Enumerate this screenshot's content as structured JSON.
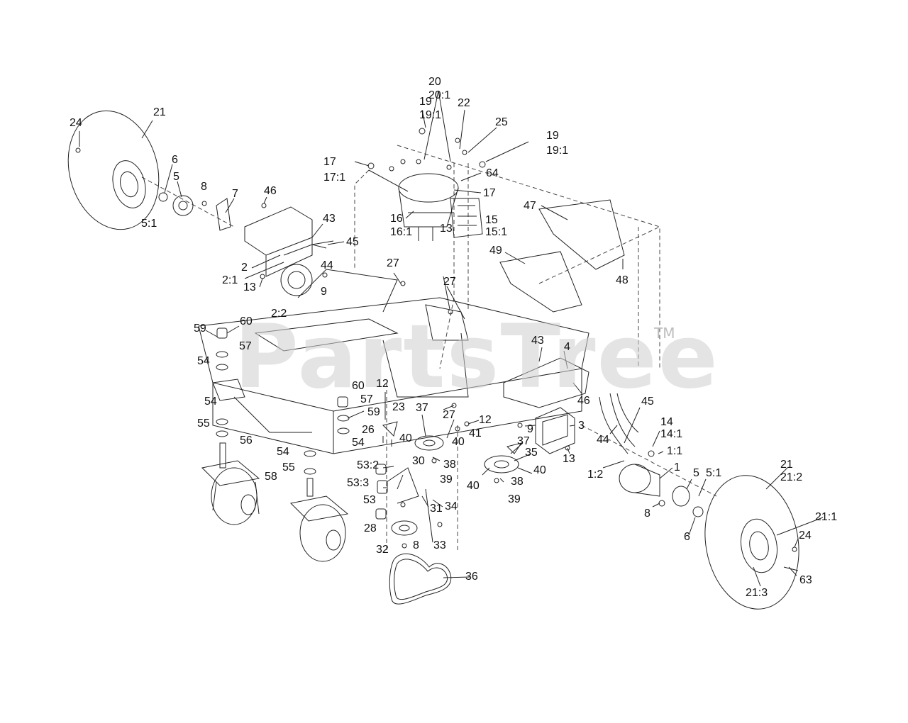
{
  "watermark": {
    "text": "PartsTree",
    "trademark": "TM"
  },
  "callouts": [
    {
      "id": "c24a",
      "text": "24"
    },
    {
      "id": "c21a",
      "text": "21"
    },
    {
      "id": "c6a",
      "text": "6"
    },
    {
      "id": "c5a",
      "text": "5"
    },
    {
      "id": "c51a",
      "text": "5:1"
    },
    {
      "id": "c8a",
      "text": "8"
    },
    {
      "id": "c7",
      "text": "7"
    },
    {
      "id": "c46a",
      "text": "46"
    },
    {
      "id": "c43a",
      "text": "43"
    },
    {
      "id": "c45a",
      "text": "45"
    },
    {
      "id": "c44a",
      "text": "44"
    },
    {
      "id": "c9a",
      "text": "9"
    },
    {
      "id": "c2",
      "text": "2"
    },
    {
      "id": "c21b",
      "text": "2:1"
    },
    {
      "id": "c13a",
      "text": "13"
    },
    {
      "id": "c22b",
      "text": "2:2"
    },
    {
      "id": "c17a",
      "text": "17"
    },
    {
      "id": "c171",
      "text": "17:1"
    },
    {
      "id": "c16",
      "text": "16"
    },
    {
      "id": "c161",
      "text": "16:1"
    },
    {
      "id": "c13b",
      "text": "13"
    },
    {
      "id": "c15",
      "text": "15"
    },
    {
      "id": "c151",
      "text": "15:1"
    },
    {
      "id": "c17b",
      "text": "17"
    },
    {
      "id": "c64",
      "text": "64"
    },
    {
      "id": "c19a",
      "text": "19"
    },
    {
      "id": "c191a",
      "text": "19:1"
    },
    {
      "id": "c20",
      "text": "20"
    },
    {
      "id": "c201",
      "text": "20:1"
    },
    {
      "id": "c22",
      "text": "22"
    },
    {
      "id": "c25",
      "text": "25"
    },
    {
      "id": "c19b",
      "text": "19"
    },
    {
      "id": "c191b",
      "text": "19:1"
    },
    {
      "id": "c47",
      "text": "47"
    },
    {
      "id": "c49",
      "text": "49"
    },
    {
      "id": "c48",
      "text": "48"
    },
    {
      "id": "c27a",
      "text": "27"
    },
    {
      "id": "c27b",
      "text": "27"
    },
    {
      "id": "c59a",
      "text": "59"
    },
    {
      "id": "c60a",
      "text": "60"
    },
    {
      "id": "c57a",
      "text": "57"
    },
    {
      "id": "c54a",
      "text": "54"
    },
    {
      "id": "c54b",
      "text": "54"
    },
    {
      "id": "c55a",
      "text": "55"
    },
    {
      "id": "c56",
      "text": "56"
    },
    {
      "id": "c54c",
      "text": "54"
    },
    {
      "id": "c55b",
      "text": "55"
    },
    {
      "id": "c58",
      "text": "58"
    },
    {
      "id": "c60b",
      "text": "60"
    },
    {
      "id": "c57b",
      "text": "57"
    },
    {
      "id": "c59b",
      "text": "59"
    },
    {
      "id": "c12a",
      "text": "12"
    },
    {
      "id": "c23",
      "text": "23"
    },
    {
      "id": "c26",
      "text": "26"
    },
    {
      "id": "c54d",
      "text": "54"
    },
    {
      "id": "c37a",
      "text": "37"
    },
    {
      "id": "c27c",
      "text": "27"
    },
    {
      "id": "c12b",
      "text": "12"
    },
    {
      "id": "c41",
      "text": "41"
    },
    {
      "id": "c40a",
      "text": "40"
    },
    {
      "id": "c40b",
      "text": "40"
    },
    {
      "id": "c532",
      "text": "53:2"
    },
    {
      "id": "c30",
      "text": "30"
    },
    {
      "id": "c38a",
      "text": "38"
    },
    {
      "id": "c39a",
      "text": "39"
    },
    {
      "id": "c533",
      "text": "53:3"
    },
    {
      "id": "c53",
      "text": "53"
    },
    {
      "id": "c31",
      "text": "31"
    },
    {
      "id": "c34",
      "text": "34"
    },
    {
      "id": "c28",
      "text": "28"
    },
    {
      "id": "c32",
      "text": "32"
    },
    {
      "id": "c8b",
      "text": "8"
    },
    {
      "id": "c33",
      "text": "33"
    },
    {
      "id": "c36",
      "text": "36"
    },
    {
      "id": "c37b",
      "text": "37"
    },
    {
      "id": "c35",
      "text": "35"
    },
    {
      "id": "c40c",
      "text": "40"
    },
    {
      "id": "c40d",
      "text": "40"
    },
    {
      "id": "c38b",
      "text": "38"
    },
    {
      "id": "c39b",
      "text": "39"
    },
    {
      "id": "c43b",
      "text": "43"
    },
    {
      "id": "c4",
      "text": "4"
    },
    {
      "id": "c46b",
      "text": "46"
    },
    {
      "id": "c9b",
      "text": "9"
    },
    {
      "id": "c3",
      "text": "3"
    },
    {
      "id": "c13c",
      "text": "13"
    },
    {
      "id": "c45b",
      "text": "45"
    },
    {
      "id": "c44b",
      "text": "44"
    },
    {
      "id": "c14",
      "text": "14"
    },
    {
      "id": "c141",
      "text": "14:1"
    },
    {
      "id": "c11",
      "text": "1:1"
    },
    {
      "id": "c1",
      "text": "1"
    },
    {
      "id": "c12c",
      "text": "1:2"
    },
    {
      "id": "c8c",
      "text": "8"
    },
    {
      "id": "c5b",
      "text": "5"
    },
    {
      "id": "c51b",
      "text": "5:1"
    },
    {
      "id": "c6b",
      "text": "6"
    },
    {
      "id": "c21c",
      "text": "21"
    },
    {
      "id": "c212",
      "text": "21:2"
    },
    {
      "id": "c211",
      "text": "21:1"
    },
    {
      "id": "c24b",
      "text": "24"
    },
    {
      "id": "c63",
      "text": "63"
    },
    {
      "id": "c213",
      "text": "21:3"
    }
  ]
}
